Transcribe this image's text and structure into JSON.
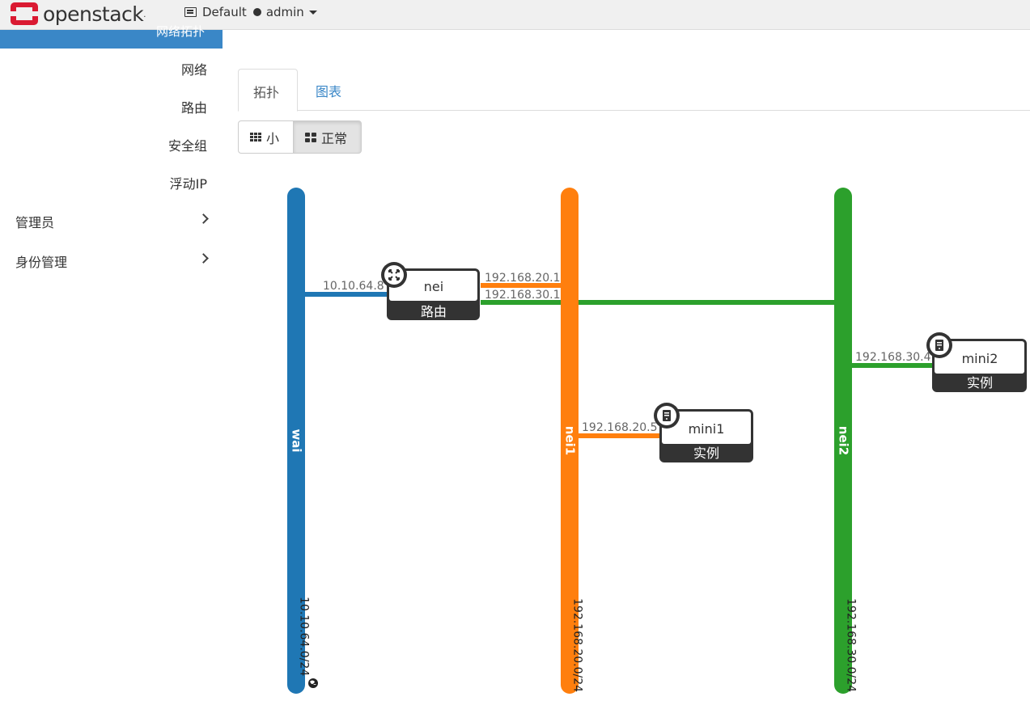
{
  "header": {
    "brand": "openstack",
    "domain": "Default",
    "user": "admin"
  },
  "sidebar": {
    "active_item": "网络拓扑",
    "items": [
      {
        "label": "网络"
      },
      {
        "label": "路由"
      },
      {
        "label": "安全组"
      },
      {
        "label": "浮动IP"
      }
    ],
    "groups": [
      {
        "label": "管理员"
      },
      {
        "label": "身份管理"
      }
    ]
  },
  "tabs": [
    {
      "label": "拓扑",
      "active": true
    },
    {
      "label": "图表",
      "active": false
    }
  ],
  "size_buttons": {
    "small": "小",
    "normal": "正常",
    "selected": "normal"
  },
  "topology": {
    "networks": [
      {
        "name": "wai",
        "cidr": "10.10.64.0/24",
        "color": "#1f77b4",
        "external": true
      },
      {
        "name": "nei1",
        "cidr": "192.168.20.0/24",
        "color": "#ff7f0e",
        "external": false
      },
      {
        "name": "nei2",
        "cidr": "192.168.30.0/24",
        "color": "#2ca02c",
        "external": false
      }
    ],
    "devices": [
      {
        "name": "nei",
        "type": "路由",
        "icon": "router-icon",
        "ports": [
          {
            "network": "wai",
            "ip": "10.10.64.8"
          },
          {
            "network": "nei1",
            "ip": "192.168.20.1"
          },
          {
            "network": "nei2",
            "ip": "192.168.30.1"
          }
        ]
      },
      {
        "name": "mini1",
        "type": "实例",
        "icon": "server-icon",
        "ports": [
          {
            "network": "nei1",
            "ip": "192.168.20.5"
          }
        ]
      },
      {
        "name": "mini2",
        "type": "实例",
        "icon": "server-icon",
        "ports": [
          {
            "network": "nei2",
            "ip": "192.168.30.4"
          }
        ]
      }
    ]
  }
}
